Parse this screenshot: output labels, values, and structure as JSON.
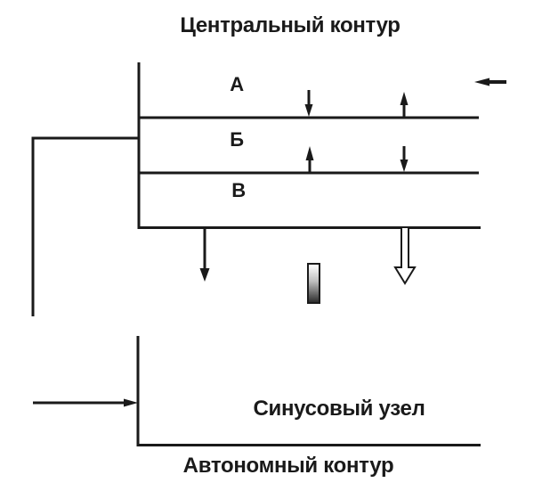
{
  "diagram": {
    "title": "Центральный контур",
    "footer_title": "Автономный контур",
    "central_loop": {
      "levels": [
        {
          "label": "А"
        },
        {
          "label": "Б"
        },
        {
          "label": "В"
        }
      ]
    },
    "autonomous_loop": {
      "node_label": "Синусовый узел"
    },
    "arrows": [
      {
        "name": "input-arrow-top-right",
        "direction": "left",
        "style": "filled"
      },
      {
        "name": "arrow-a-down",
        "direction": "down",
        "style": "filled"
      },
      {
        "name": "arrow-a-up",
        "direction": "up",
        "style": "filled"
      },
      {
        "name": "arrow-b-up",
        "direction": "up",
        "style": "filled"
      },
      {
        "name": "arrow-b-down",
        "direction": "down",
        "style": "filled"
      },
      {
        "name": "exit-arrow-left",
        "direction": "down",
        "style": "filled"
      },
      {
        "name": "exit-arrow-right",
        "direction": "down",
        "style": "hollow"
      },
      {
        "name": "input-arrow-bottom-left",
        "direction": "right",
        "style": "filled"
      }
    ],
    "colors": {
      "ink": "#1a1a1a",
      "background": "#ffffff",
      "bar_gradient_top": "#ffffff",
      "bar_gradient_bottom": "#2e2e2e"
    }
  }
}
